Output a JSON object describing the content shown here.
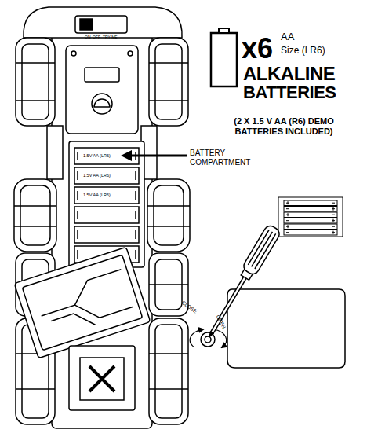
{
  "diagram": {
    "labels": [
      "ON",
      "OFF",
      "TRY ME",
      "x6",
      "AA",
      "Size (LR6)",
      "ALKALINE",
      "BATTERIES",
      "(2 X 1.5 V AA (R6) DEMO BATTERIES INCLUDED)",
      "BATTERY COMPARTMENT",
      "1.5V AA (LR6)",
      "1.5V AA (LR6)",
      "1.5V AA (LR6)",
      "CLOSE",
      "OPEN"
    ]
  }
}
